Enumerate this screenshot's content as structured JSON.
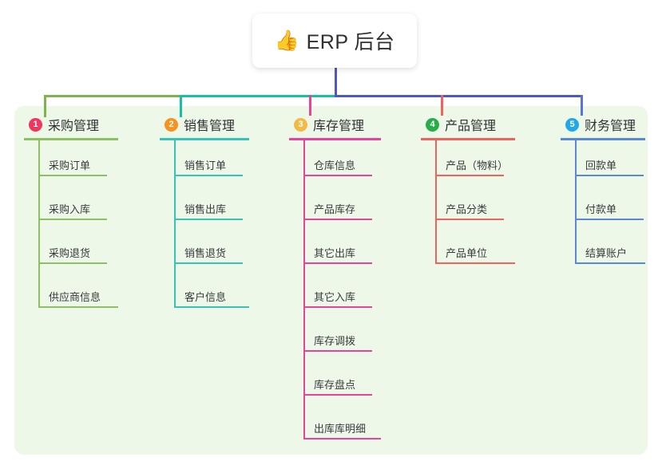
{
  "root": {
    "icon": "thumbs-up-icon",
    "glyph": "👍",
    "title": "ERP 后台",
    "card_bg": "#ffffff"
  },
  "panel": {
    "bg": "#eef8e9"
  },
  "connector": {
    "trunk_color": "#4f57c4",
    "segments": [
      {
        "name": "segment-green",
        "color": "#7ab648"
      },
      {
        "name": "segment-teal",
        "color": "#17bfa4"
      },
      {
        "name": "segment-indigo",
        "color": "#4f57c4"
      }
    ],
    "drops": [
      {
        "name": "drop-purchase",
        "color": "#7ab648"
      },
      {
        "name": "drop-sales",
        "color": "#17bfa4"
      },
      {
        "name": "drop-inventory",
        "color": "#e8429a"
      },
      {
        "name": "drop-product",
        "color": "#f2615c"
      },
      {
        "name": "drop-finance",
        "color": "#5a73d8"
      }
    ]
  },
  "columns": [
    {
      "key": "purchase",
      "number": "1",
      "badge_color": "#f0355e",
      "line_color": "#8cc063",
      "title": "采购管理",
      "items": [
        "采购订单",
        "采购入库",
        "采购退货",
        "供应商信息"
      ]
    },
    {
      "key": "sales",
      "number": "2",
      "badge_color": "#f7921e",
      "line_color": "#35c4b5",
      "title": "销售管理",
      "items": [
        "销售订单",
        "销售出库",
        "销售退货",
        "客户信息"
      ]
    },
    {
      "key": "inventory",
      "number": "3",
      "badge_color": "#f4b942",
      "line_color": "#e8429a",
      "title": "库存管理",
      "items": [
        "仓库信息",
        "产品库存",
        "其它出库",
        "其它入库",
        "库存调拨",
        "库存盘点",
        "出库库明细"
      ]
    },
    {
      "key": "product",
      "number": "4",
      "badge_color": "#27ae4a",
      "line_color": "#f2615c",
      "title": "产品管理",
      "items": [
        "产品（物料）",
        "产品分类",
        "产品单位"
      ]
    },
    {
      "key": "finance",
      "number": "5",
      "badge_color": "#22a7e8",
      "line_color": "#5a88d8",
      "title": "财务管理",
      "items": [
        "回款单",
        "付款单",
        "结算账户"
      ]
    }
  ]
}
